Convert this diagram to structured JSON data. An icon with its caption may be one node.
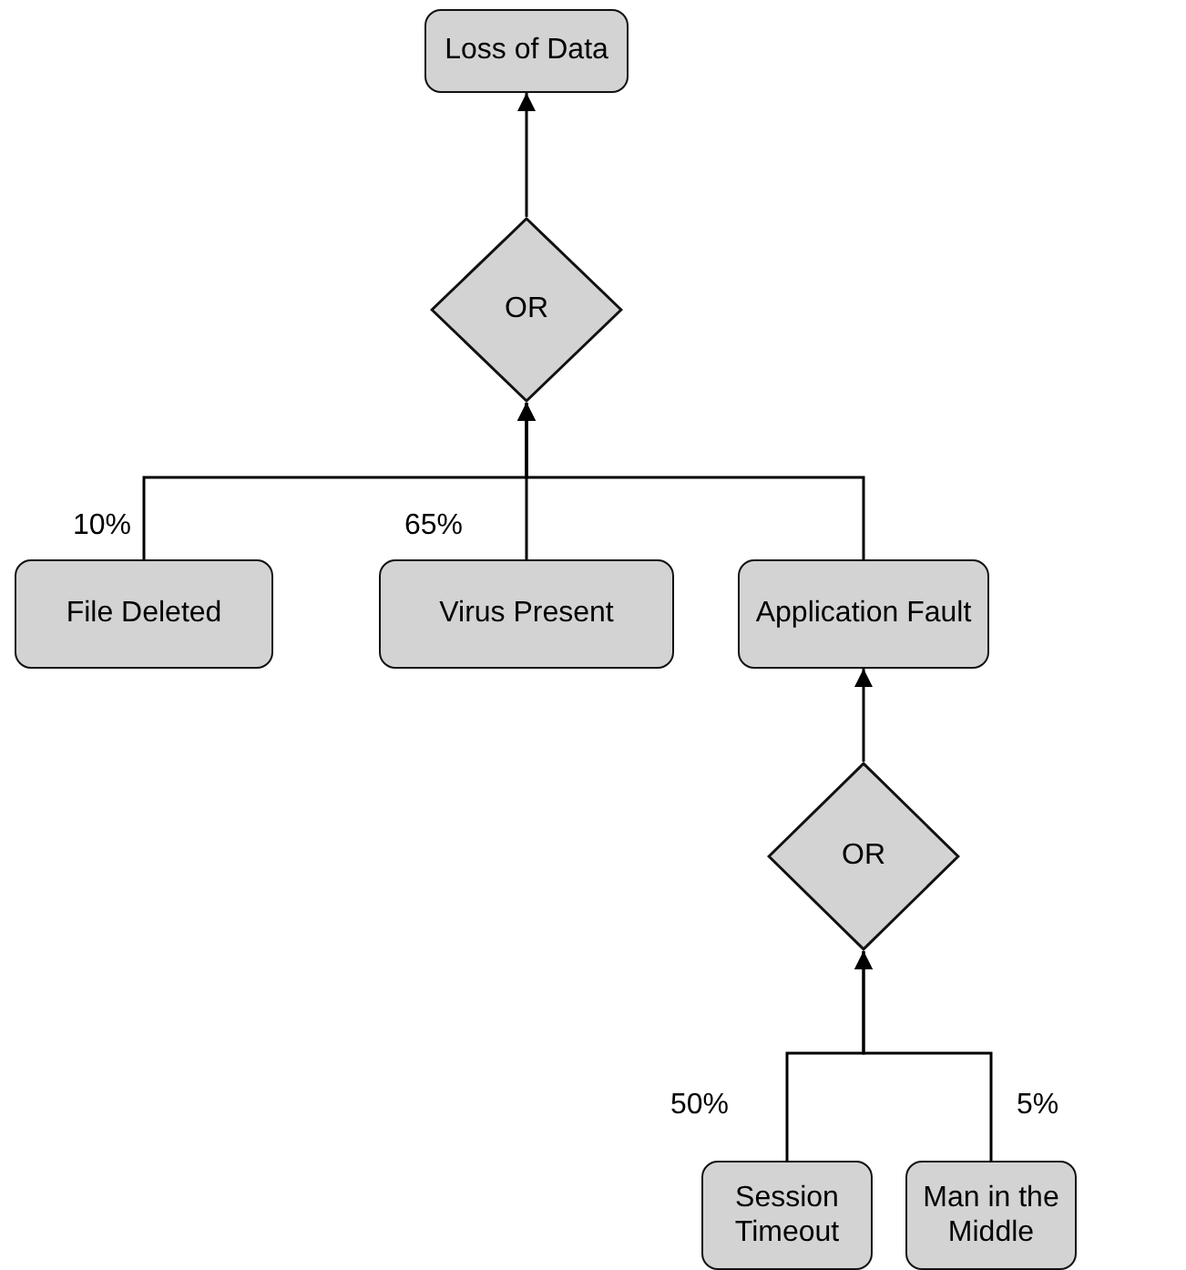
{
  "diagram": {
    "nodes": [
      {
        "text": [
          "Loss of Data"
        ]
      },
      {
        "text": [
          "OR"
        ]
      },
      {
        "text": [
          "File Deleted"
        ]
      },
      {
        "text": [
          "Virus Present"
        ]
      },
      {
        "text": [
          "Application Fault"
        ]
      },
      {
        "text": [
          "OR"
        ]
      },
      {
        "text": [
          "Session Timeout"
        ]
      },
      {
        "text": [
          "Man in the Middle"
        ]
      }
    ],
    "edges": [
      {
        "from": 1,
        "to": 0,
        "arrow": "to"
      },
      {
        "from": 2,
        "to": 1,
        "arrow": "to",
        "label": "10%"
      },
      {
        "from": 3,
        "to": 1,
        "arrow": "to",
        "label": "65%"
      },
      {
        "from": 4,
        "to": 1,
        "arrow": "to"
      },
      {
        "from": 5,
        "to": 4,
        "arrow": "to"
      },
      {
        "from": 6,
        "to": 5,
        "arrow": "to",
        "label": "50%"
      },
      {
        "from": 7,
        "to": 5,
        "arrow": "to",
        "label": "5%"
      }
    ]
  }
}
